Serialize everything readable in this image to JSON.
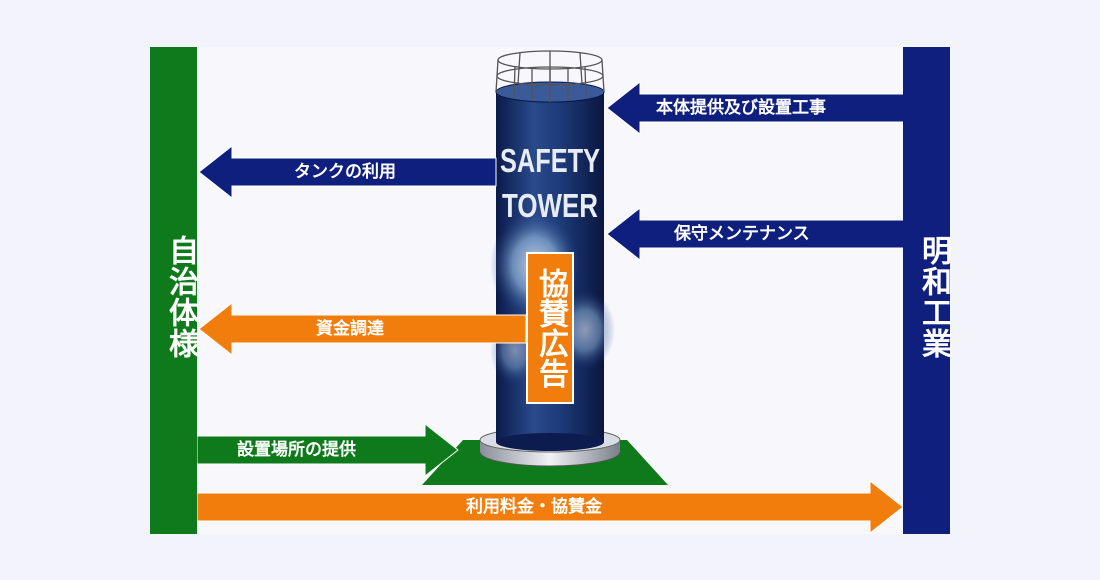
{
  "left_party": "自治体様",
  "right_party": "明和工業",
  "tower": {
    "title_line1": "SAFETY",
    "title_line2": "TOWER",
    "ad_label": "協賛広告"
  },
  "arrows": {
    "body_install": "本体提供及び設置工事",
    "tank_use": "タンクの利用",
    "maintenance": "保守メンテナンス",
    "funding": "資金調達",
    "site_provision": "設置場所の提供",
    "fees": "利用料金・協賛金"
  },
  "colors": {
    "green": "#0f7a1b",
    "navy": "#0f1f7d",
    "orange": "#f07d0c"
  }
}
